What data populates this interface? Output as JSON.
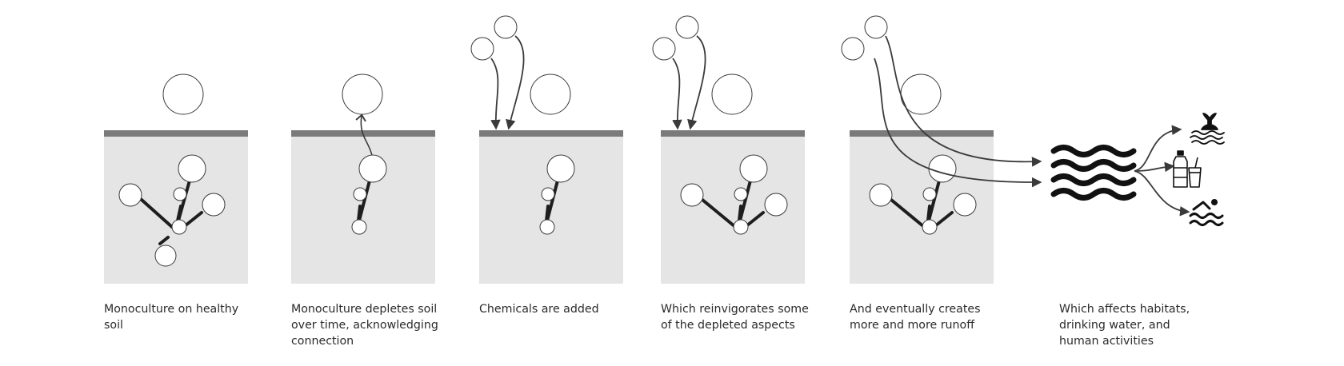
{
  "captions": [
    "Monoculture on healthy soil",
    "Monoculture depletes soil over time, acknowledging connection",
    "Chemicals are added",
    "Which reinvigorates some of the depleted aspects",
    "And eventually creates more and more runoff",
    "Which affects habitats, drinking water, and human activities"
  ],
  "icons": [
    "water-waves-icon",
    "habitat-whale-icon",
    "drinking-water-icon",
    "swimmer-icon"
  ],
  "colors": {
    "soil": "#e5e5e5",
    "surface": "#7a7a7a",
    "stroke": "#3a3a3a",
    "root": "#1e1e1e"
  }
}
